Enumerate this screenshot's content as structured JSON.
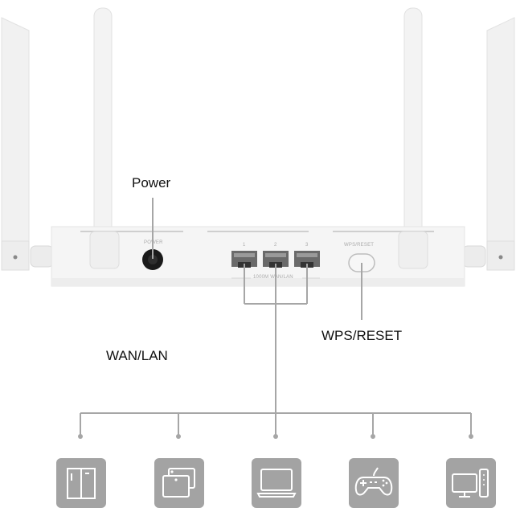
{
  "labels": {
    "power": "Power",
    "wps_reset": "WPS/RESET",
    "wan_lan": "WAN/LAN"
  },
  "router_panel": {
    "power_port_label": "POWER",
    "port_numbers": [
      "1",
      "2",
      "3"
    ],
    "ports_caption": "1000M WAN/LAN",
    "button_label": "WPS/RESET"
  },
  "devices": [
    {
      "name": "smart-fridge",
      "icon": "fridge-icon"
    },
    {
      "name": "tablet",
      "icon": "tablet-icon"
    },
    {
      "name": "laptop",
      "icon": "laptop-icon"
    },
    {
      "name": "game-console",
      "icon": "gamepad-icon"
    },
    {
      "name": "desktop-pc",
      "icon": "desktop-icon"
    }
  ],
  "colors": {
    "line": "#a6a6a6",
    "icon_bg": "#a3a3a3",
    "router_body": "#f4f4f4",
    "antenna": "#f2f2f2"
  }
}
